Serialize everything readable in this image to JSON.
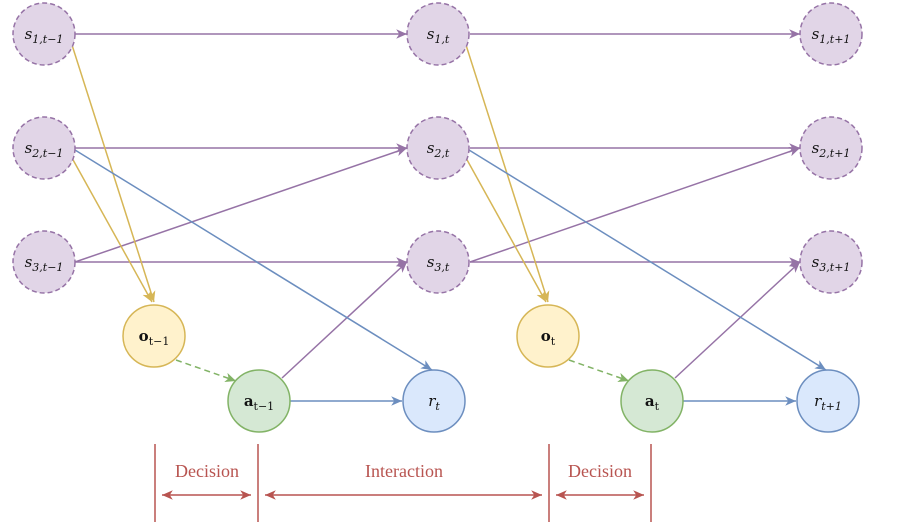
{
  "colors": {
    "state_fill": "#e1d5e7",
    "state_stroke": "#9673a6",
    "obs_fill": "#fff2cc",
    "obs_stroke": "#d6b656",
    "action_fill": "#d5e8d4",
    "action_stroke": "#82b366",
    "reward_fill": "#dae8fc",
    "reward_stroke": "#6c8ebf",
    "state_edge": "#9673a6",
    "obs_edge": "#d6b656",
    "reward_edge": "#6c8ebf",
    "policy_edge": "#82b366",
    "span": "#b85450"
  },
  "nodes": {
    "s1_tm1": {
      "base": "s",
      "sub": "1,t−1"
    },
    "s2_tm1": {
      "base": "s",
      "sub": "2,t−1"
    },
    "s3_tm1": {
      "base": "s",
      "sub": "3,t−1"
    },
    "s1_t": {
      "base": "s",
      "sub": "1,t"
    },
    "s2_t": {
      "base": "s",
      "sub": "2,t"
    },
    "s3_t": {
      "base": "s",
      "sub": "3,t"
    },
    "s1_tp1": {
      "base": "s",
      "sub": "1,t+1"
    },
    "s2_tp1": {
      "base": "s",
      "sub": "2,t+1"
    },
    "s3_tp1": {
      "base": "s",
      "sub": "3,t+1"
    },
    "o_tm1": {
      "base": "o",
      "sub": "t−1"
    },
    "o_t": {
      "base": "o",
      "sub": "t"
    },
    "a_tm1": {
      "base": "a",
      "sub": "t−1"
    },
    "a_t": {
      "base": "a",
      "sub": "t"
    },
    "r_t": {
      "base": "r",
      "sub": "t"
    },
    "r_tp1": {
      "base": "r",
      "sub": "t+1"
    }
  },
  "spans": {
    "decision_1": "Decision",
    "interaction": "Interaction",
    "decision_2": "Decision"
  }
}
